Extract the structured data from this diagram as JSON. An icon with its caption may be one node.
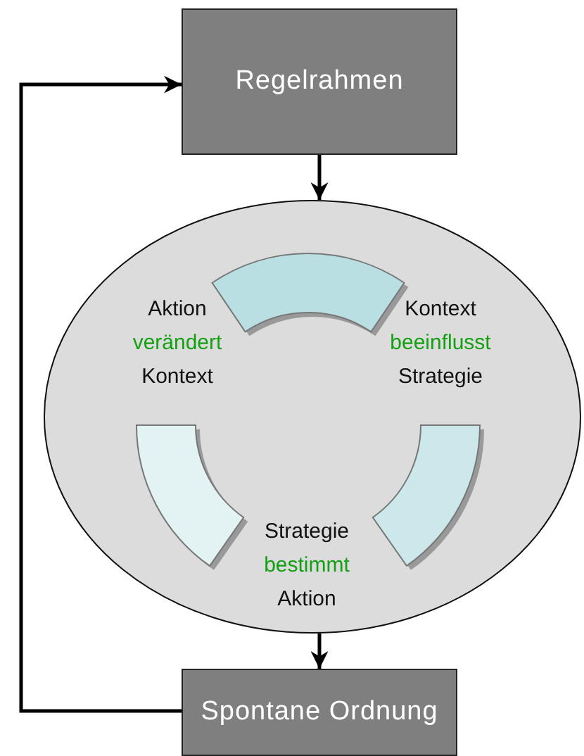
{
  "diagram": {
    "nodes": [
      {
        "text": [
          "Regelrahmen"
        ]
      },
      {
        "text": [],
        "shape": "ellipse"
      },
      {
        "text": [
          "Spontane Ordnung"
        ]
      }
    ],
    "edges": [
      {
        "from": 0,
        "to": 1,
        "arrow": "to"
      },
      {
        "from": 1,
        "to": 2,
        "arrow": "to"
      },
      {
        "from": 2,
        "to": 0,
        "arrow": "to"
      }
    ],
    "labels": [
      "Aktion",
      "verändert",
      "Kontext",
      "Kontext",
      "beeinflusst",
      "Strategie",
      "Strategie",
      "bestimmt",
      "Aktion"
    ]
  }
}
